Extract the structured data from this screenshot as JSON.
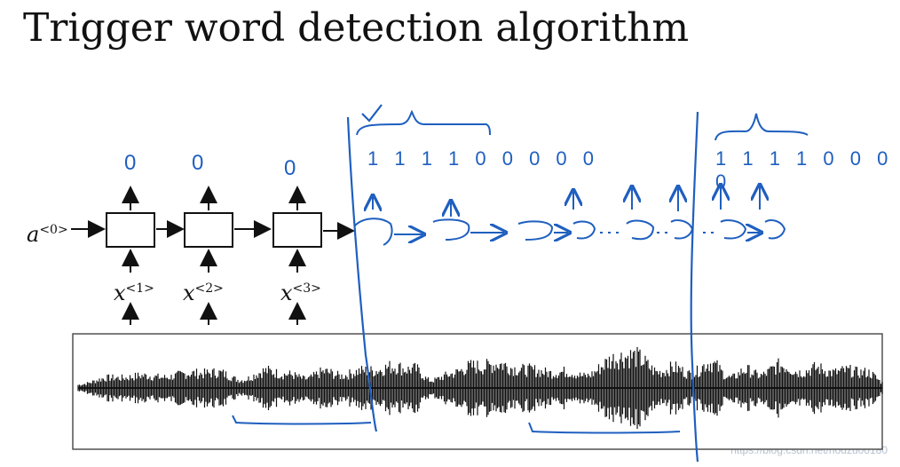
{
  "title": "Trigger word detection algorithm",
  "rnn": {
    "initial_activation": {
      "base": "a",
      "sup": "<0>"
    },
    "inputs": [
      {
        "base": "x",
        "sup": "<1>"
      },
      {
        "base": "x",
        "sup": "<2>"
      },
      {
        "base": "x",
        "sup": "<3>"
      }
    ],
    "outputs": [
      "0",
      "0",
      "0"
    ]
  },
  "annotations": {
    "labels_group1": "1 1 1 1 0 0 0 0 0",
    "labels_group2": "1 1 1 1 0 0 0 0"
  },
  "watermark": "https://blog.csdn.net/hodzu00180"
}
